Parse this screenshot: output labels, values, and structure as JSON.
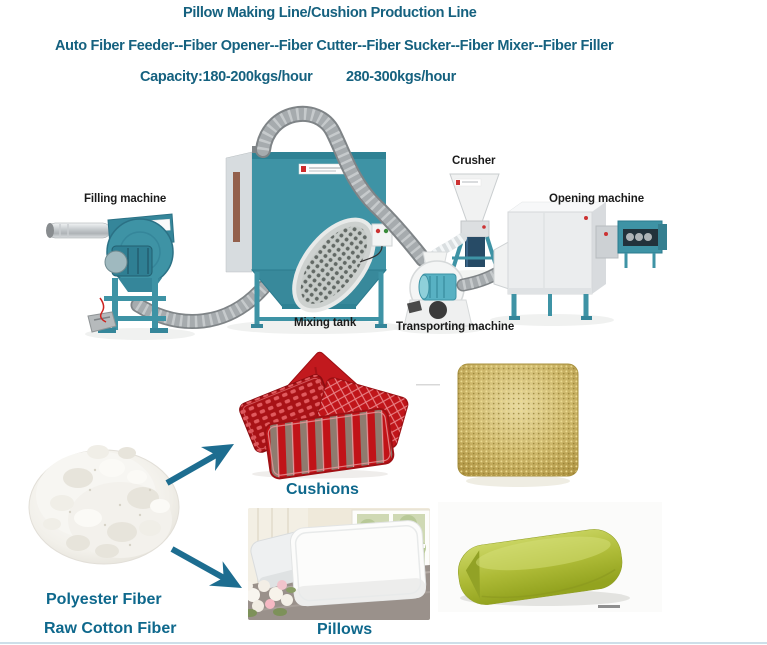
{
  "header": {
    "title": "Pillow Making Line/Cushion Production Line",
    "process_line": "Auto Fiber Feeder--Fiber Opener--Fiber Cutter--Fiber Sucker--Fiber Mixer--Fiber Filler",
    "capacity_1": "Capacity:180-200kgs/hour",
    "capacity_2": "280-300kgs/hour"
  },
  "machines": {
    "filling": "Filling machine",
    "crusher": "Crusher",
    "opening": "Opening machine",
    "mixing": "Mixing tank",
    "transporting": "Transporting machine"
  },
  "products": {
    "cushions": "Cushions",
    "pillows": "Pillows",
    "polyester": "Polyester Fiber",
    "raw_cotton": "Raw Cotton Fiber"
  },
  "icons": {
    "arrow_to_cushions": "diagonal-arrow-up-right",
    "arrow_to_pillows": "diagonal-arrow-down-right"
  },
  "colors": {
    "heading": "#15617f",
    "product_label": "#0e688c",
    "machine_label": "#1b1b1b",
    "machine_teal": "#3e93a5",
    "hose_gray": "#9ca1a4",
    "arrow": "#1d6d90",
    "cushion_red": "#bb1317",
    "gold": "#c6b05e",
    "pillow_green": "#aab733"
  }
}
